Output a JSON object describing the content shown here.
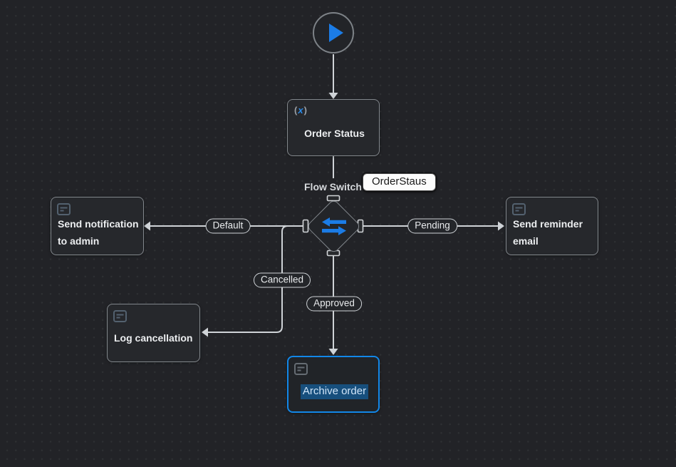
{
  "colors": {
    "canvas_background": "#222327",
    "grid_dot": "#2e3033",
    "node_fill": "#26282c",
    "node_border": "#82878c",
    "edge_line": "#cfd3d7",
    "accent_blue": "#1b7ce6",
    "selected_node_border": "#1287e8",
    "text_selection_background": "#174f7d",
    "edit_box_background": "#fcfcfc"
  },
  "flow": {
    "start": {
      "icon": "play-icon"
    },
    "order_status": {
      "label": "Order Status",
      "icon": "variable-icon",
      "icon_open": "(",
      "icon_x": "x",
      "icon_close": ")"
    },
    "switch": {
      "label": "Flow Switch",
      "icon": "swap-arrows-icon",
      "edit_value": "OrderStaus"
    },
    "branches": {
      "default": {
        "label": "Default"
      },
      "pending": {
        "label": "Pending"
      },
      "cancelled": {
        "label": "Cancelled"
      },
      "approved": {
        "label": "Approved"
      }
    },
    "actions": {
      "send_notification": {
        "label": "Send notification to admin",
        "icon": "message-icon"
      },
      "send_reminder": {
        "label": "Send reminder email",
        "icon": "message-icon"
      },
      "log_cancellation": {
        "label": "Log cancellation",
        "icon": "message-icon"
      },
      "archive_order": {
        "label": "Archive order",
        "icon": "message-icon",
        "selected": true
      }
    }
  }
}
